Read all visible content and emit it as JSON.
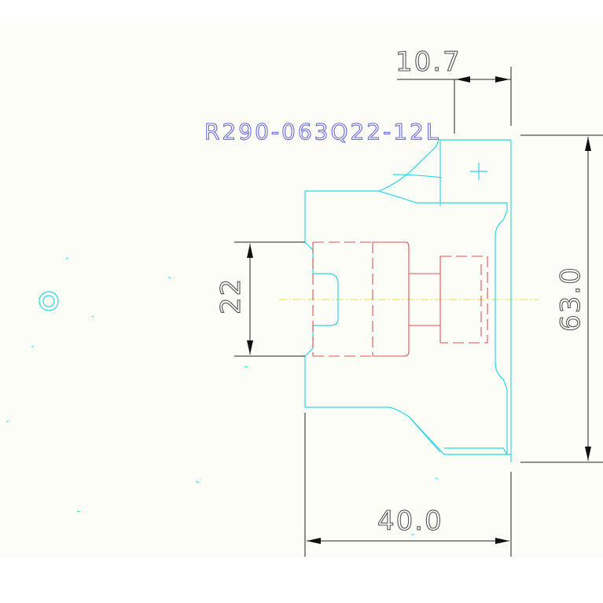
{
  "part_label": "R290-063Q22-12L",
  "dimensions": {
    "top_offset": "10.7",
    "bore": "22",
    "diameter": "63.0",
    "length": "40.0"
  },
  "colors": {
    "outline": "#33d6e6",
    "hidden_lines": "#e25555",
    "centerline": "#e6e640",
    "dimension_lines": "#222222",
    "label": "#6a6ae0",
    "background": "#fbfdf6"
  }
}
